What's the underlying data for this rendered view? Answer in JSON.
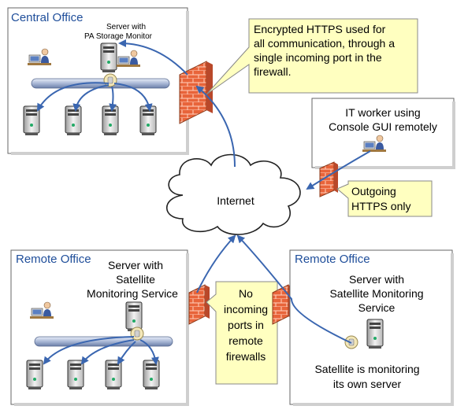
{
  "central_office": {
    "title": "Central Office",
    "server_label_line1": "Server with",
    "server_label_line2": "PA Storage Monitor"
  },
  "callout_https": {
    "lines": [
      "Encrypted HTTPS used for",
      "all communication, through a",
      "single incoming port in the",
      "firewall."
    ]
  },
  "it_worker": {
    "lines": [
      "IT worker using",
      "Console GUI remotely"
    ]
  },
  "outgoing": {
    "lines": [
      "Outgoing",
      "HTTPS only"
    ]
  },
  "internet": {
    "label": "Internet"
  },
  "remote_left": {
    "title": "Remote Office",
    "lines": [
      "Server with",
      "Satellite",
      "Monitoring Service"
    ]
  },
  "remote_right": {
    "title": "Remote Office",
    "lines": [
      "Server with",
      "Satellite Monitoring",
      "Service"
    ],
    "caption": [
      "Satellite is monitoring",
      "its own server"
    ]
  },
  "no_ports": {
    "lines": [
      "No",
      "incoming",
      "ports in",
      "remote",
      "firewalls"
    ]
  },
  "colors": {
    "title_blue": "#1f4e9a",
    "arrow_blue": "#3a66b0",
    "callout_yellow": "#ffffc0",
    "firewall_orange": "#e8643a"
  }
}
